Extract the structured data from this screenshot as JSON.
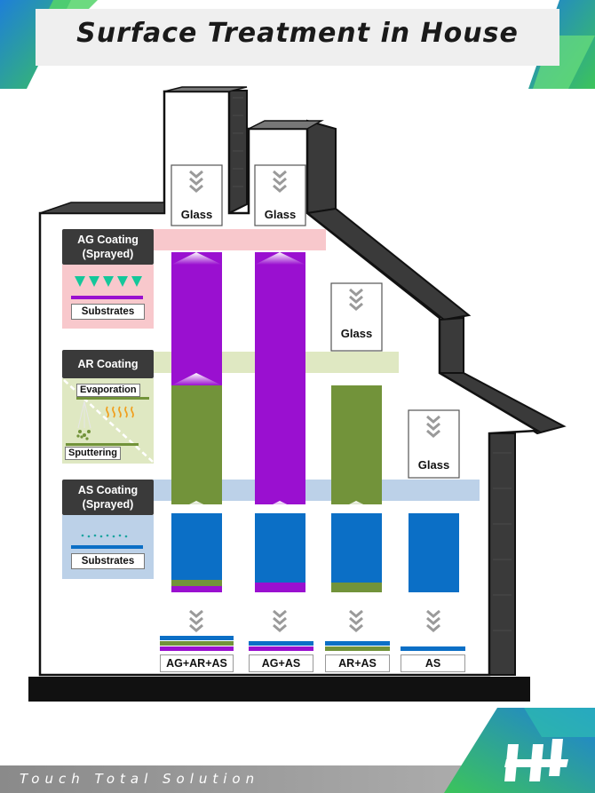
{
  "title": "Surface Treatment in House",
  "coatings": {
    "ag": {
      "title": "AG Coating",
      "subtitle": "(Sprayed)",
      "substrate": "Substrates"
    },
    "ar": {
      "title": "AR Coating",
      "evaporation": "Evaporation",
      "sputtering": "Sputtering"
    },
    "as": {
      "title": "AS Coating",
      "subtitle": "(Sprayed)",
      "substrate": "Substrates"
    }
  },
  "columns": [
    {
      "glass": "Glass",
      "result": "AG+AR+AS"
    },
    {
      "glass": "Glass",
      "result": "AG+AS"
    },
    {
      "glass": "Glass",
      "result": "AR+AS"
    },
    {
      "glass": "Glass",
      "result": "AS"
    }
  ],
  "footer": {
    "tagline": "Touch Total Solution"
  },
  "colors": {
    "ag_purple": "#9a10d0",
    "ar_green": "#72933a",
    "as_blue": "#0b6fc6",
    "ag_band": "#f8c8cc",
    "ar_band": "#dfe8c2",
    "as_band": "#bcd1e8",
    "brand_green": "#3cc45a",
    "brand_blue": "#1e7fd8"
  }
}
